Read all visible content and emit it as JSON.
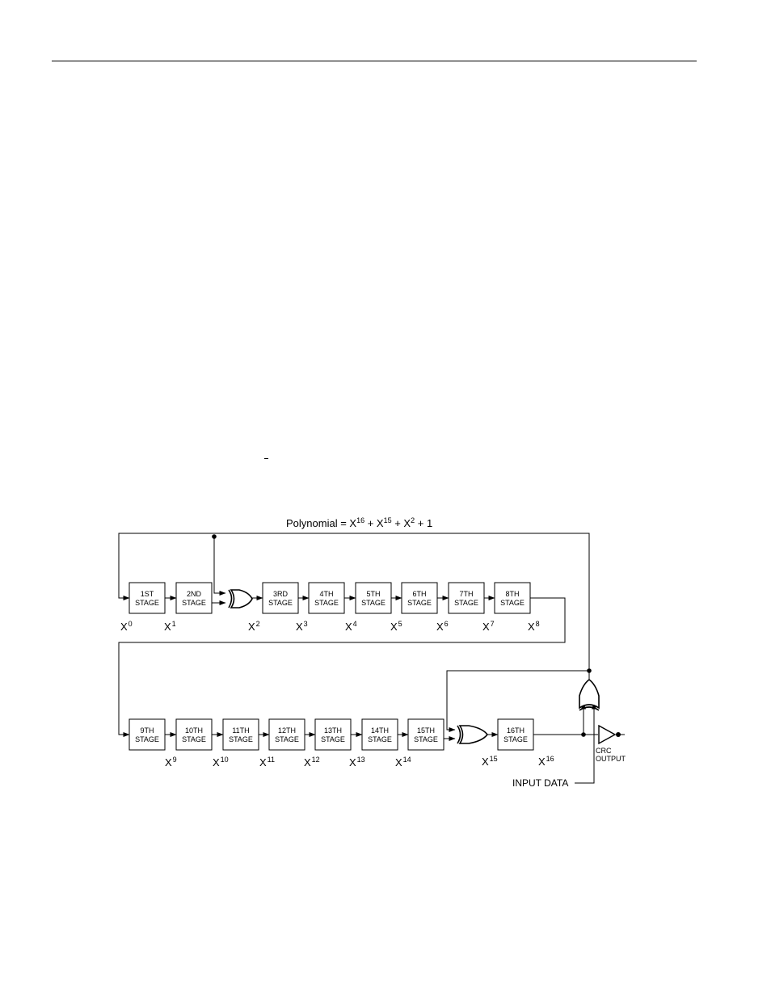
{
  "diagram": {
    "title_text": "Polynomial = X",
    "title_terms": [
      {
        "exp": "16",
        "after": " + X"
      },
      {
        "exp": "15",
        "after": " + X"
      },
      {
        "exp": "2",
        "after": " + 1"
      }
    ],
    "stages": [
      {
        "line1": "1ST",
        "line2": "STAGE"
      },
      {
        "line1": "2ND",
        "line2": "STAGE"
      },
      {
        "line1": "3RD",
        "line2": "STAGE"
      },
      {
        "line1": "4TH",
        "line2": "STAGE"
      },
      {
        "line1": "5TH",
        "line2": "STAGE"
      },
      {
        "line1": "6TH",
        "line2": "STAGE"
      },
      {
        "line1": "7TH",
        "line2": "STAGE"
      },
      {
        "line1": "8TH",
        "line2": "STAGE"
      },
      {
        "line1": "9TH",
        "line2": "STAGE"
      },
      {
        "line1": "10TH",
        "line2": "STAGE"
      },
      {
        "line1": "11TH",
        "line2": "STAGE"
      },
      {
        "line1": "12TH",
        "line2": "STAGE"
      },
      {
        "line1": "13TH",
        "line2": "STAGE"
      },
      {
        "line1": "14TH",
        "line2": "STAGE"
      },
      {
        "line1": "15TH",
        "line2": "STAGE"
      },
      {
        "line1": "16TH",
        "line2": "STAGE"
      }
    ],
    "powers": [
      {
        "base": "X",
        "exp": "0"
      },
      {
        "base": "X",
        "exp": "1"
      },
      {
        "base": "X",
        "exp": "2"
      },
      {
        "base": "X",
        "exp": "3"
      },
      {
        "base": "X",
        "exp": "4"
      },
      {
        "base": "X",
        "exp": "5"
      },
      {
        "base": "X",
        "exp": "6"
      },
      {
        "base": "X",
        "exp": "7"
      },
      {
        "base": "X",
        "exp": "8"
      },
      {
        "base": "X",
        "exp": "9"
      },
      {
        "base": "X",
        "exp": "10"
      },
      {
        "base": "X",
        "exp": "11"
      },
      {
        "base": "X",
        "exp": "12"
      },
      {
        "base": "X",
        "exp": "13"
      },
      {
        "base": "X",
        "exp": "14"
      },
      {
        "base": "X",
        "exp": "15"
      },
      {
        "base": "X",
        "exp": "16"
      }
    ],
    "crc_output_line1": "CRC",
    "crc_output_line2": "OUTPUT",
    "input_data_label": "INPUT DATA"
  }
}
